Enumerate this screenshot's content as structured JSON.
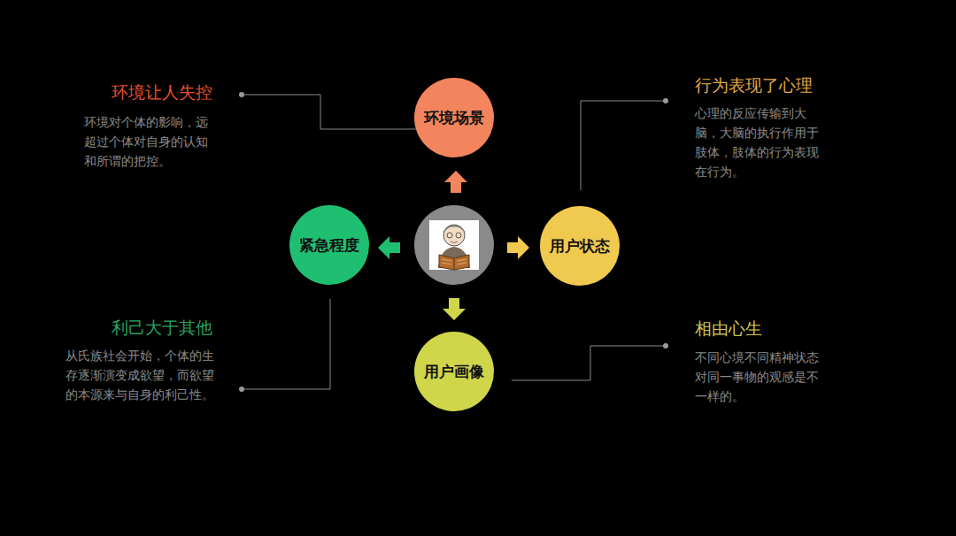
{
  "diagram": {
    "nodes": [
      {
        "text": [
          "环境场景"
        ]
      },
      {
        "text": [
          "紧急程度"
        ]
      },
      {
        "text": [
          "用户状态"
        ]
      },
      {
        "text": [
          "用户画像"
        ]
      }
    ],
    "labels": [
      "环境让人失控",
      "环境对个体的影响，远超过个体对自身的认知和所谓的把控。",
      "行为表现了心理",
      "心理的反应传输到大脑，大脑的执行作用于肢体，肢体的行为表现在行为。",
      "利己大于其他",
      "从氏族社会开始，个体的生存逐渐演变成欲望，而欲望的本源来与自身的利己性。",
      "相由心生",
      "不同心境不同精神状态对同一事物的观感是不一样的。"
    ]
  }
}
